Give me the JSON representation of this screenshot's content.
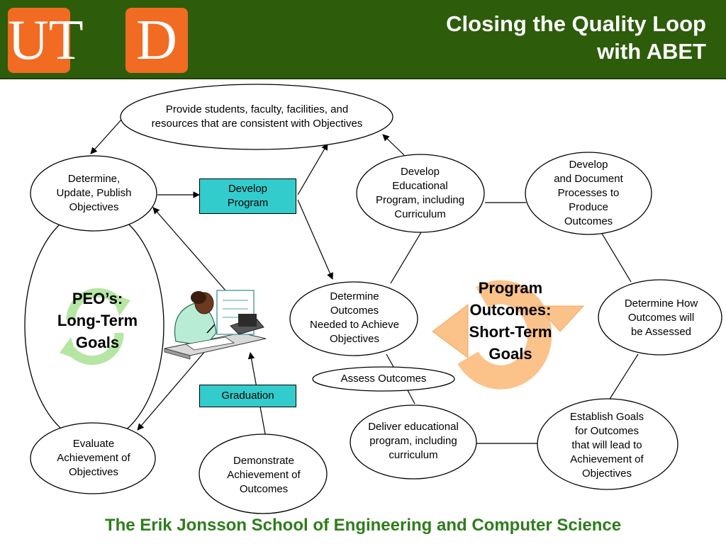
{
  "header": {
    "logo_letters": [
      "UT",
      "D"
    ],
    "title_lines": [
      "Closing the Quality Loop",
      "with ABET"
    ]
  },
  "nodes": {
    "provide": [
      "Provide students, faculty, facilities, and",
      "resources that are consistent with Objectives"
    ],
    "determine_objectives": [
      "Determine,",
      "Update, Publish",
      "Objectives"
    ],
    "develop_program": [
      "Develop",
      "Program"
    ],
    "develop_educational": [
      "Develop",
      "Educational",
      "Program, including",
      "Curriculum"
    ],
    "develop_document": [
      "Develop",
      "and Document",
      "Processes to",
      "Produce",
      "Outcomes"
    ],
    "peos": [
      "PEO’s:",
      "Long-Term",
      "Goals"
    ],
    "determine_outcomes": [
      "Determine",
      "Outcomes",
      "Needed to Achieve",
      "Objectives"
    ],
    "program_outcomes": [
      "Program",
      "Outcomes:",
      "Short-Term",
      "Goals"
    ],
    "determine_how": [
      "Determine How",
      "Outcomes will",
      "be Assessed"
    ],
    "assess_outcomes": [
      "Assess Outcomes"
    ],
    "graduation": [
      "Graduation"
    ],
    "deliver": [
      "Deliver educational",
      "program, including",
      "curriculum"
    ],
    "establish": [
      "Establish Goals",
      "for Outcomes",
      "that will lead to",
      "Achievement of",
      "Objectives"
    ],
    "evaluate": [
      "Evaluate",
      "Achievement of",
      "Objectives"
    ],
    "demonstrate": [
      "Demonstrate",
      "Achievement of",
      "Outcomes"
    ]
  },
  "footer": "The Erik Jonsson School of Engineering and Computer Science",
  "colors": {
    "header_green": "#2d5c0b",
    "logo_orange": "#f26b22",
    "box_cyan": "#33cccc",
    "peo_arrow_green": "#b5e6a3",
    "outcome_arrow_orange": "#fbc28a",
    "footer_green": "#2e7d1b"
  }
}
